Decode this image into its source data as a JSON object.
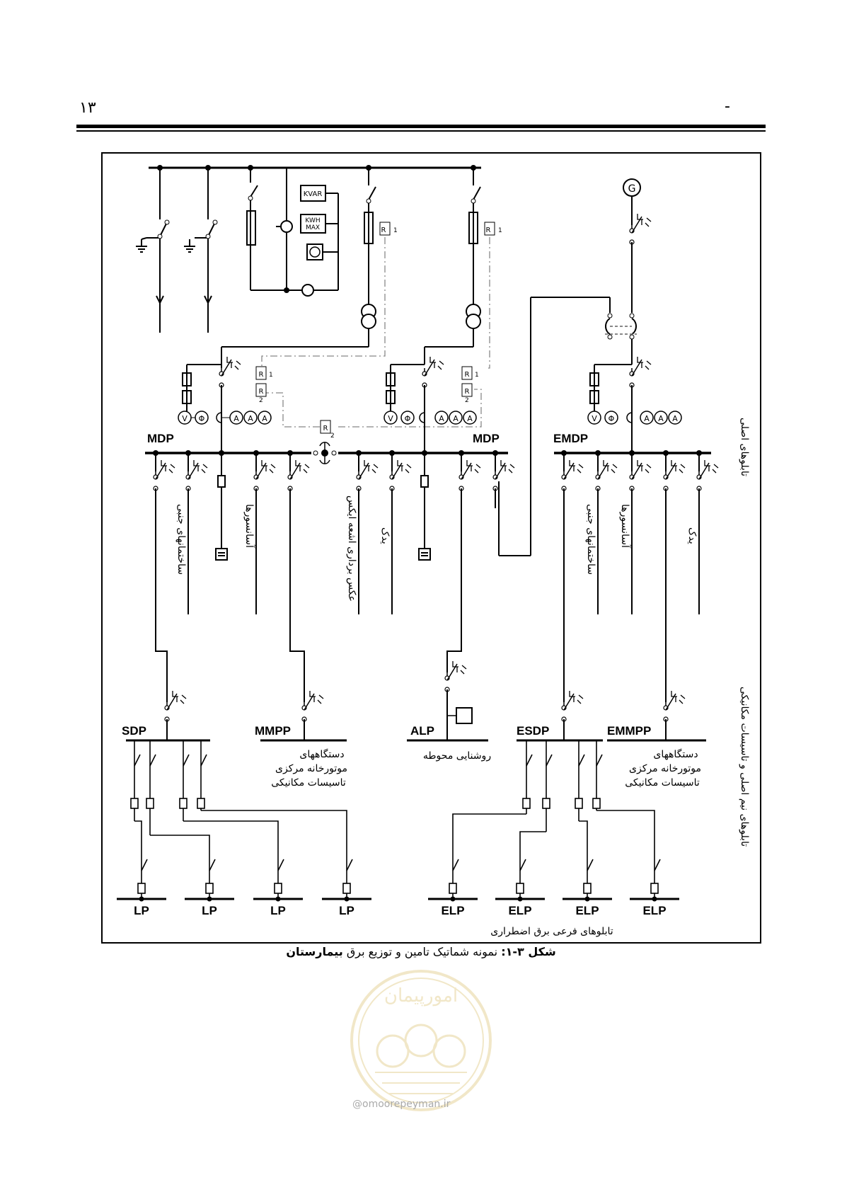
{
  "header": {
    "page_number": "۱۳",
    "dash": "-"
  },
  "diagram": {
    "meters": {
      "kvar": "KVAR",
      "kwh_max_1": "KWH",
      "kwh_max_2": "MAX"
    },
    "generator": "G",
    "relays": {
      "r1": "R",
      "r1_sub": "1",
      "r2": "R",
      "r2_sub": "2"
    },
    "instruments": {
      "v": "V",
      "phi": "Φ",
      "a": "A"
    },
    "buses": {
      "mdp_left": "MDP",
      "mdp_right": "MDP",
      "emdp": "EMDP"
    },
    "feeders": {
      "aux_buildings_1": "ساختمانهای جنبی",
      "elevators_1": "آسانسورها",
      "xray": "عکس برداری اشعه ایکس",
      "spare_1": "یدک",
      "aux_buildings_2": "ساختمانهای جنبی",
      "elevators_2": "آسانسورها",
      "spare_2": "یدک"
    },
    "side_labels": {
      "main_panels": "تابلوهای اصلی",
      "semi_main_panels": "تابلوهای نیم اصلی و تاسیسات مکانیکی"
    },
    "panels": {
      "sdp": "SDP",
      "mmpp": "MMPP",
      "alp": "ALP",
      "esdp": "ESDP",
      "emmpp": "EMMPP"
    },
    "panel_desc": {
      "mmpp_1": "دستگاههای",
      "mmpp_2": "موتورخانه مرکزی",
      "mmpp_3": "تاسیسات مکانیکی",
      "alp": "روشنایی محوطه",
      "emmpp_1": "دستگاههای",
      "emmpp_2": "موتورخانه مرکزی",
      "emmpp_3": "تاسیسات مکانیکی"
    },
    "sub_panels": {
      "lp": [
        "LP",
        "LP",
        "LP",
        "LP"
      ],
      "elp": [
        "ELP",
        "ELP",
        "ELP",
        "ELP"
      ]
    },
    "bottom_label": "تابلوهای فرعی برق اضطراری"
  },
  "caption": {
    "prefix": "شکل ۳-۱:",
    "main": " نمونه شماتیک تامین و توزیع برق ",
    "bold_end": "بیمارستان"
  },
  "watermark": {
    "url": "@omoorepeyman.ir",
    "logo_text": "امورپیمان"
  }
}
